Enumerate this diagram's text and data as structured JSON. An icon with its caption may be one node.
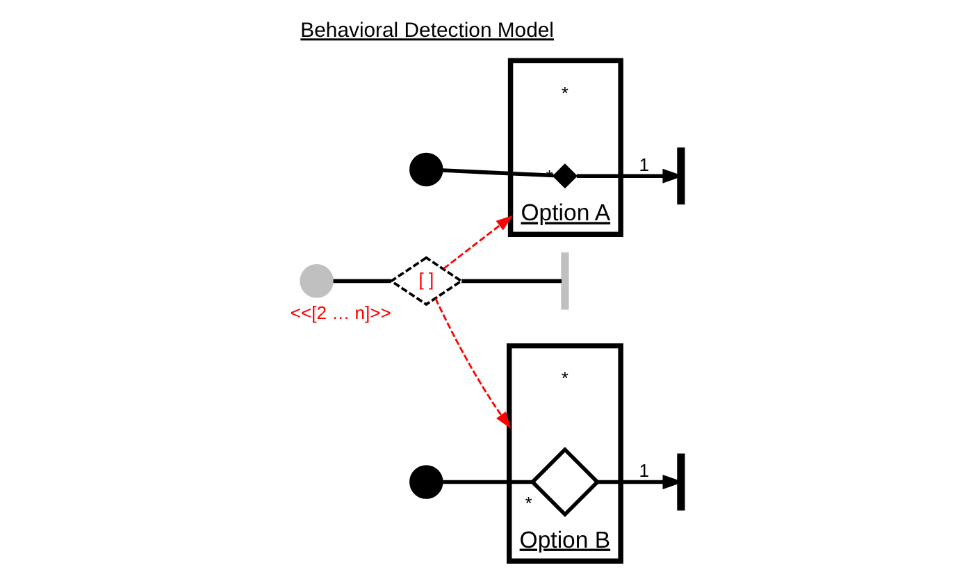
{
  "diagram": {
    "title": "Behavioral Detection Model",
    "nodes": [
      {
        "text": [],
        "shape": "circle"
      },
      {
        "text": [
          "[ ]"
        ],
        "beside": [
          "<<[2 … n]>>"
        ]
      },
      {
        "text": [],
        "shape": "bar"
      },
      {
        "text": [
          "Option A"
        ],
        "beside": [
          "*"
        ]
      },
      {
        "text": [],
        "shape": "circle"
      },
      {
        "text": [],
        "shape": "cross",
        "in": 3,
        "beside": [
          "*"
        ]
      },
      {
        "text": [],
        "shape": "bar"
      },
      {
        "text": [
          "Option B"
        ],
        "beside": [
          "*"
        ]
      },
      {
        "text": [],
        "shape": "circle"
      },
      {
        "text": [],
        "shape": "diamond",
        "in": 7,
        "beside": [
          "*"
        ]
      },
      {
        "text": [],
        "shape": "bar"
      }
    ],
    "edges": [
      {
        "from": 0,
        "to": 1,
        "arrow": "none"
      },
      {
        "from": 1,
        "to": 2,
        "arrow": "none"
      },
      {
        "from": 1,
        "to": 3,
        "arrow": "to",
        "style": "dashed",
        "color": "#ff0000"
      },
      {
        "from": 1,
        "to": 7,
        "arrow": "to",
        "style": "dashed",
        "color": "#ff0000"
      },
      {
        "from": 4,
        "to": 5,
        "arrow": "none"
      },
      {
        "from": 5,
        "to": 6,
        "arrow": "to",
        "label": "1"
      },
      {
        "from": 8,
        "to": 9,
        "arrow": "none"
      },
      {
        "from": 9,
        "to": 10,
        "arrow": "to",
        "label": "1"
      }
    ]
  }
}
